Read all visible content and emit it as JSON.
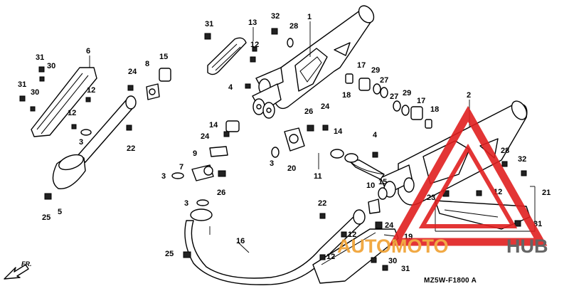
{
  "diagram": {
    "code": "MZ5W-F1800 A",
    "direction": "FR.",
    "callouts": [
      {
        "id": "c1",
        "label": "1"
      },
      {
        "id": "c2",
        "label": "2"
      },
      {
        "id": "c3a",
        "label": "3"
      },
      {
        "id": "c3b",
        "label": "3"
      },
      {
        "id": "c3c",
        "label": "3"
      },
      {
        "id": "c3d",
        "label": "3"
      },
      {
        "id": "c4a",
        "label": "4"
      },
      {
        "id": "c4b",
        "label": "4"
      },
      {
        "id": "c5",
        "label": "5"
      },
      {
        "id": "c6",
        "label": "6"
      },
      {
        "id": "c7",
        "label": "7"
      },
      {
        "id": "c8",
        "label": "8"
      },
      {
        "id": "c9",
        "label": "9"
      },
      {
        "id": "c10",
        "label": "10"
      },
      {
        "id": "c11",
        "label": "11"
      },
      {
        "id": "c12a",
        "label": "12"
      },
      {
        "id": "c12b",
        "label": "12"
      },
      {
        "id": "c12c",
        "label": "12"
      },
      {
        "id": "c12d",
        "label": "12"
      },
      {
        "id": "c12e",
        "label": "12"
      },
      {
        "id": "c12f",
        "label": "12"
      },
      {
        "id": "c13",
        "label": "13"
      },
      {
        "id": "c14a",
        "label": "14"
      },
      {
        "id": "c14b",
        "label": "14"
      },
      {
        "id": "c15a",
        "label": "15"
      },
      {
        "id": "c15b",
        "label": "15"
      },
      {
        "id": "c16",
        "label": "16"
      },
      {
        "id": "c17a",
        "label": "17"
      },
      {
        "id": "c17b",
        "label": "17"
      },
      {
        "id": "c18a",
        "label": "18"
      },
      {
        "id": "c18b",
        "label": "18"
      },
      {
        "id": "c19",
        "label": "19"
      },
      {
        "id": "c20",
        "label": "20"
      },
      {
        "id": "c21",
        "label": "21"
      },
      {
        "id": "c22a",
        "label": "22"
      },
      {
        "id": "c22b",
        "label": "22"
      },
      {
        "id": "c23",
        "label": "23"
      },
      {
        "id": "c24a",
        "label": "24"
      },
      {
        "id": "c24b",
        "label": "24"
      },
      {
        "id": "c24c",
        "label": "24"
      },
      {
        "id": "c24d",
        "label": "24"
      },
      {
        "id": "c25a",
        "label": "25"
      },
      {
        "id": "c25b",
        "label": "25"
      },
      {
        "id": "c26a",
        "label": "26"
      },
      {
        "id": "c26b",
        "label": "26"
      },
      {
        "id": "c27a",
        "label": "27"
      },
      {
        "id": "c27b",
        "label": "27"
      },
      {
        "id": "c28a",
        "label": "28"
      },
      {
        "id": "c28b",
        "label": "28"
      },
      {
        "id": "c29a",
        "label": "29"
      },
      {
        "id": "c29b",
        "label": "29"
      },
      {
        "id": "c30a",
        "label": "30"
      },
      {
        "id": "c30b",
        "label": "30"
      },
      {
        "id": "c30c",
        "label": "30"
      },
      {
        "id": "c31a",
        "label": "31"
      },
      {
        "id": "c31b",
        "label": "31"
      },
      {
        "id": "c31c",
        "label": "31"
      },
      {
        "id": "c31d",
        "label": "31"
      },
      {
        "id": "c31e",
        "label": "31"
      },
      {
        "id": "c32a",
        "label": "32"
      },
      {
        "id": "c32b",
        "label": "32"
      }
    ]
  },
  "watermark": {
    "text_accent": "AUTOMOTO",
    "text_dark": "HUB",
    "accent_color": "#f0a030",
    "triangle_color": "#e02020"
  }
}
